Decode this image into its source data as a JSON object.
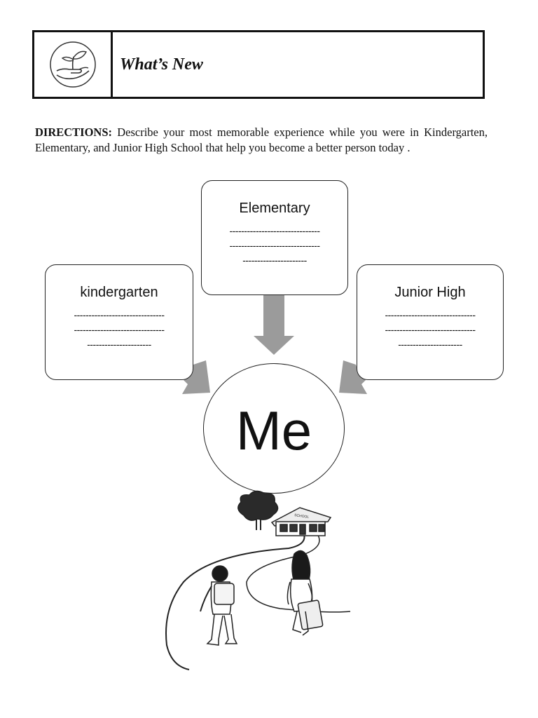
{
  "header": {
    "title": "What’s New",
    "icon": "hand-with-seedling-icon"
  },
  "directions": {
    "label": "DIRECTIONS:",
    "text": " Describe your most memorable experience while you were in Kindergarten, Elementary, and Junior High School that help you become a better person today ."
  },
  "diagram": {
    "boxes": [
      {
        "label": "Elementary",
        "lines": [
          "-------------------------------",
          "-------------------------------",
          "----------------------"
        ]
      },
      {
        "label": "kindergarten",
        "lines": [
          "-------------------------------",
          "-------------------------------",
          "----------------------"
        ]
      },
      {
        "label": "Junior High",
        "lines": [
          "-------------------------------",
          "-------------------------------",
          "----------------------"
        ]
      }
    ],
    "center": "Me"
  },
  "illustration": {
    "sign_text": "SCHOOL",
    "subject": "children-walking-to-school-illustration"
  }
}
